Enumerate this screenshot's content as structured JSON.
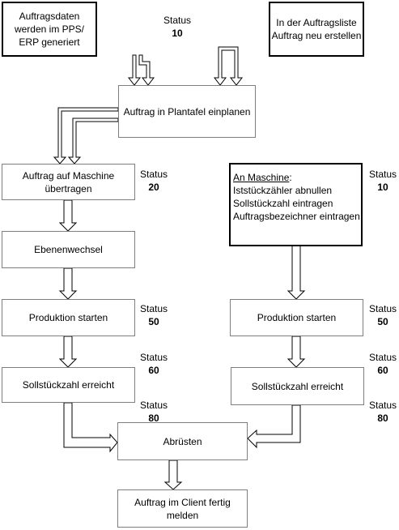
{
  "boxes": {
    "erp": "Auftragsdaten werden im PPS/ ERP generiert",
    "list": "In der Auftragsliste Auftrag neu erstellen",
    "plantafel": "Auftrag in Plantafel einplanen",
    "machine_transfer": "Auftrag auf Maschine übertragen",
    "machine_manual_head": "An Maschine",
    "machine_manual_line1": "Iststückzähler abnullen",
    "machine_manual_line2": "Sollstückzahl eintragen",
    "machine_manual_line3": "Auftragsbezeichner eintragen",
    "ebenen": "Ebenenwechsel",
    "prod_left": "Produktion starten",
    "prod_right": "Produktion starten",
    "soll_left": "Sollstückzahl erreicht",
    "soll_right": "Sollstückzahl erreicht",
    "abruesten": "Abrüsten",
    "fertig": "Auftrag im Client fertig melden"
  },
  "status": {
    "label": "Status",
    "top": "10",
    "left_transfer": "20",
    "right_manual": "10",
    "left_prod": "50",
    "right_prod": "50",
    "left_soll": "60",
    "right_soll": "60",
    "left_done": "80",
    "right_done": "80"
  }
}
